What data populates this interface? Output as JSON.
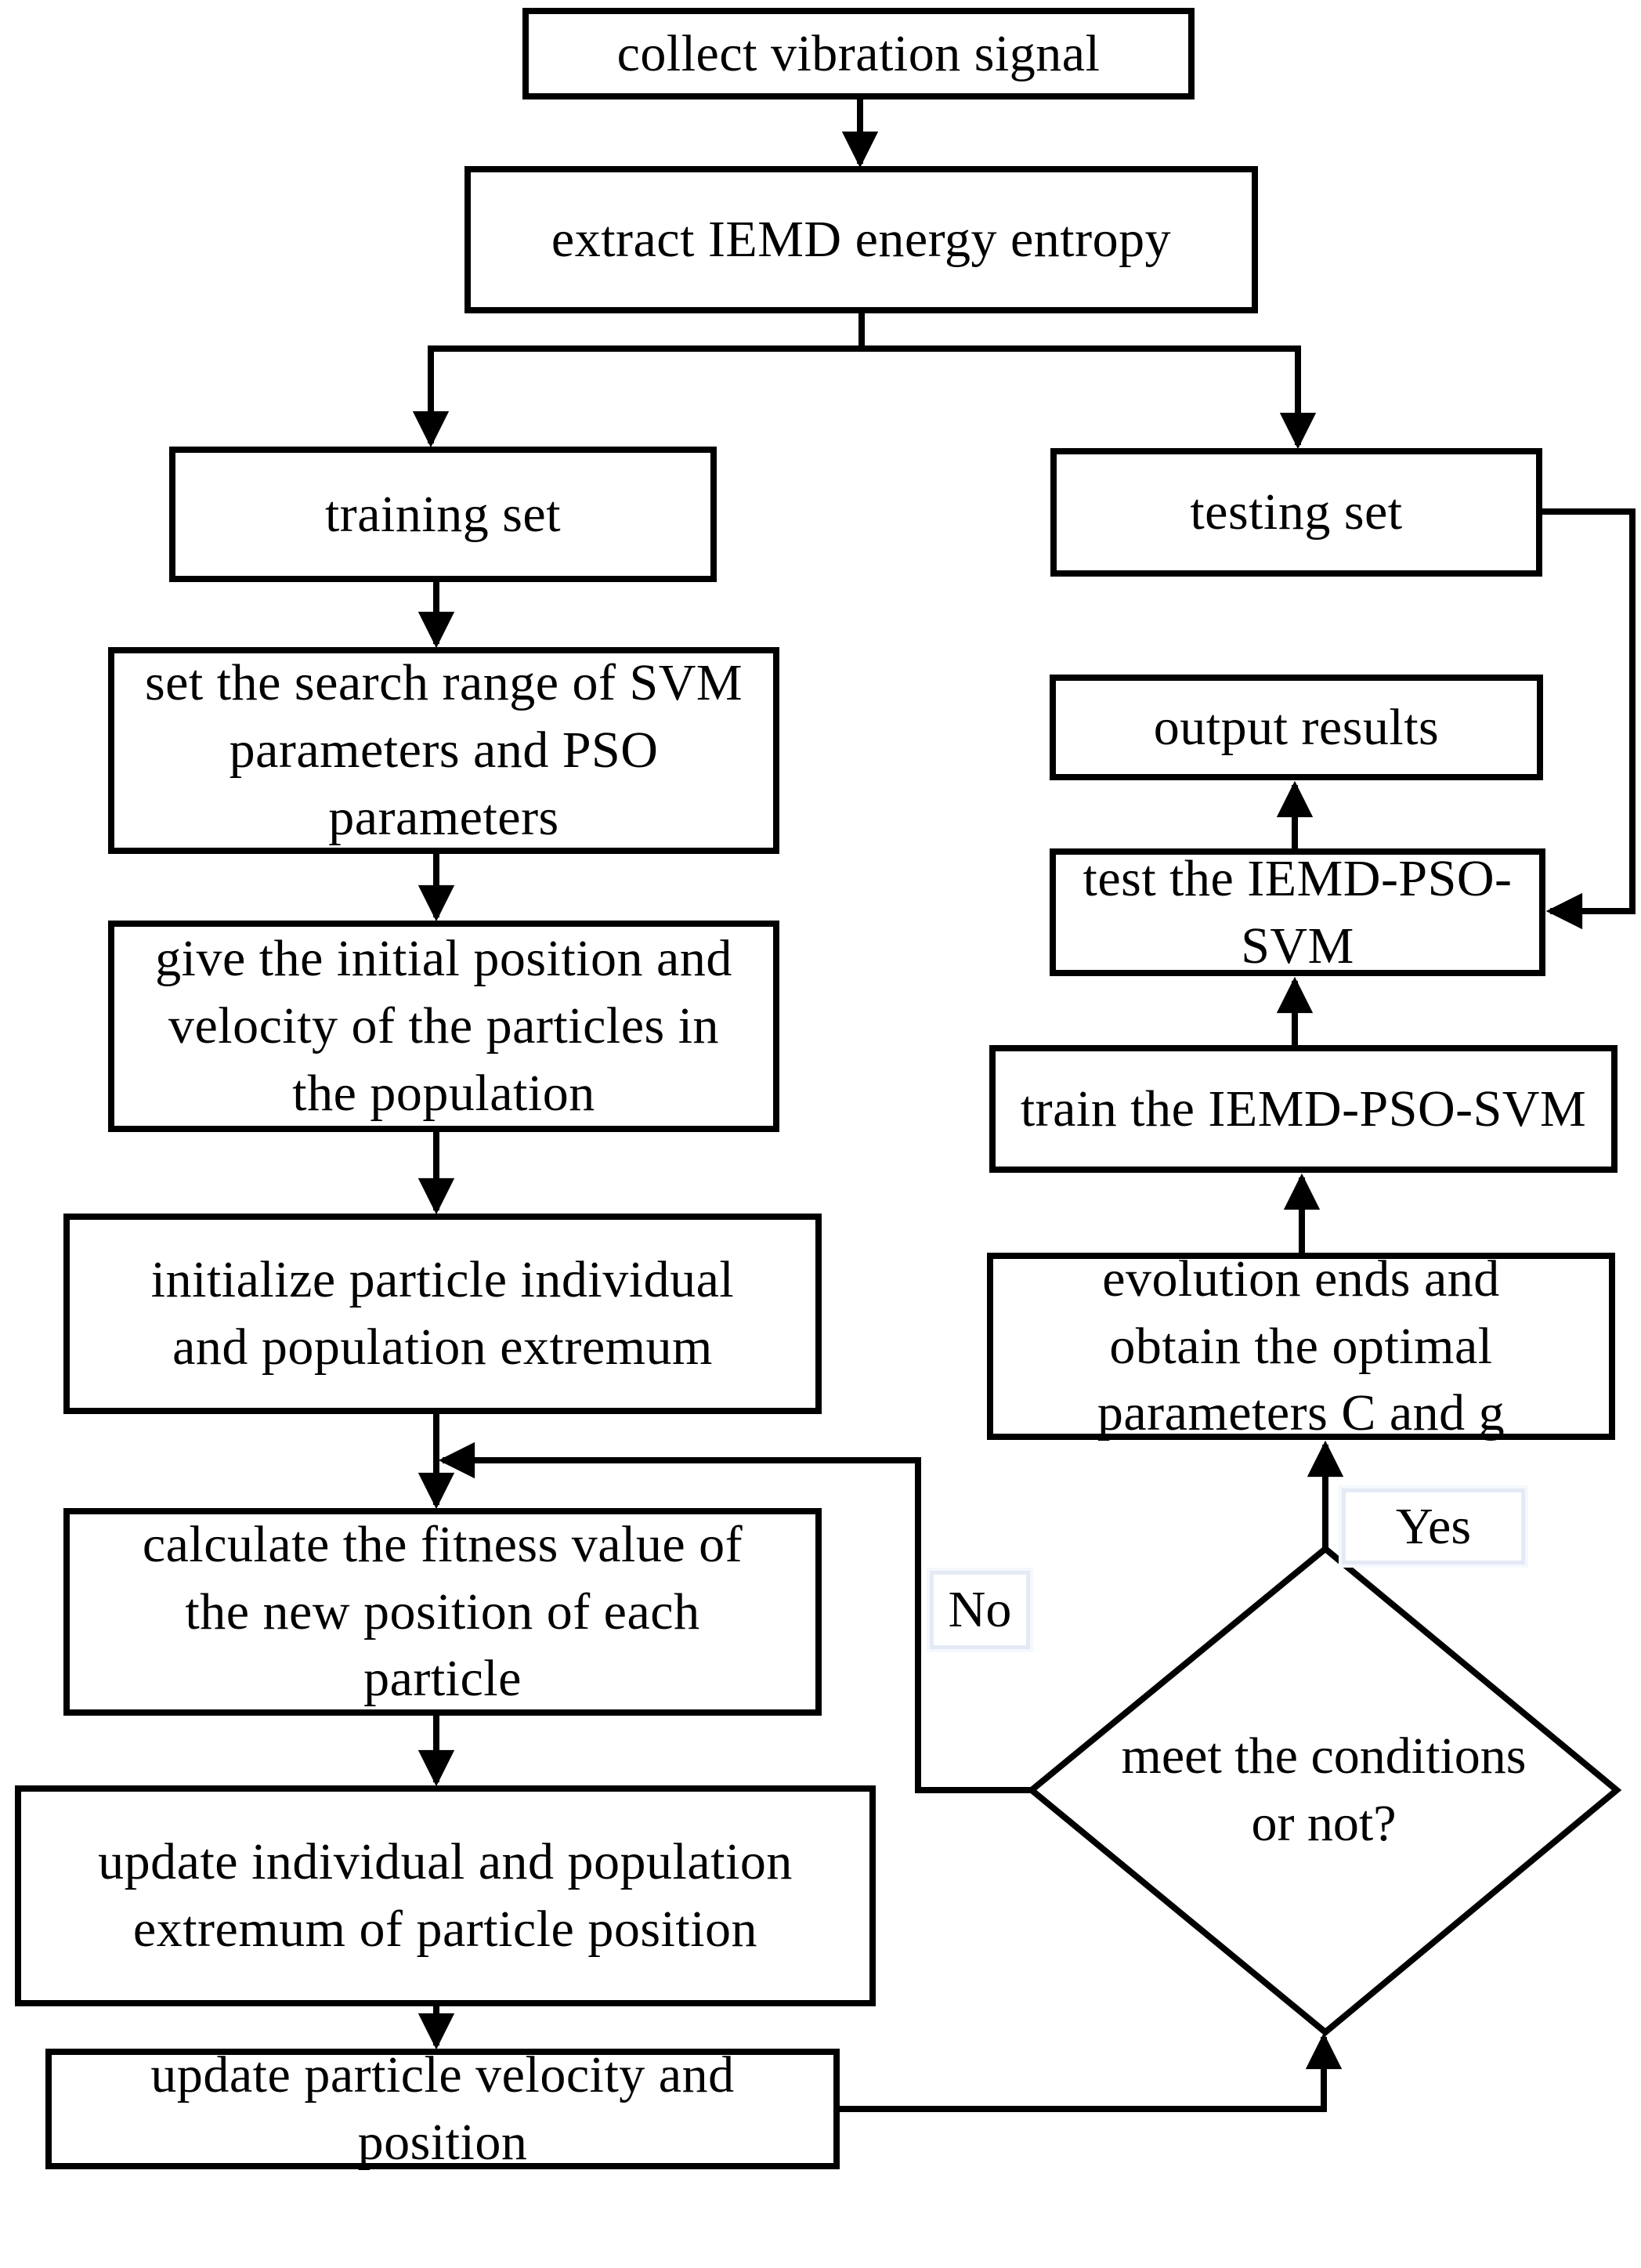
{
  "figure": {
    "type": "flowchart",
    "ink_color": "#000000",
    "background_color": "#ffffff",
    "edge_label_border_color": "#e4eaf5"
  },
  "nodes": {
    "collect": "collect vibration signal",
    "extract": "extract IEMD energy entropy",
    "training": "training set",
    "testing": "testing set",
    "set_search": "set the search range of SVM\nparameters and PSO\nparameters",
    "give_initial": "give the initial position and\nvelocity of the particles in\nthe population",
    "initialize": "initialize particle individual\nand population extremum",
    "calculate": "calculate the fitness value of\nthe new position of each\nparticle",
    "update_individual": "update individual and population\nextremum of particle position",
    "update_velocity": "update particle velocity and\nposition",
    "output": "output results",
    "test": "test the IEMD-PSO-\nSVM",
    "train": "train the IEMD-PSO-SVM",
    "evolution": "evolution ends and\nobtain the optimal\nparameters C and g",
    "decision": "meet the conditions\nor not?"
  },
  "edge_labels": {
    "yes": "Yes",
    "no": "No"
  }
}
